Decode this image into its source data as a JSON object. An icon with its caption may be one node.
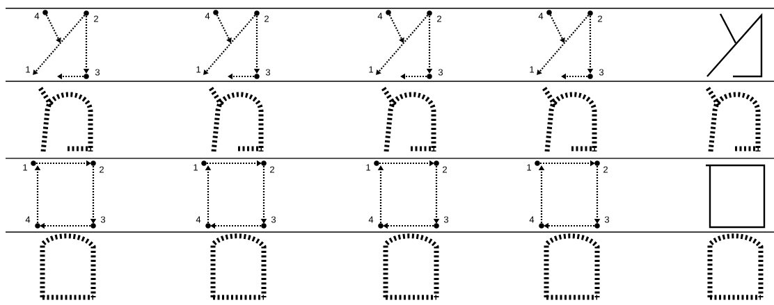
{
  "diagram": {
    "labels": [
      "4",
      "2",
      "1",
      "3",
      "4",
      "2",
      "1",
      "3",
      "4",
      "2",
      "1",
      "3",
      "4",
      "2",
      "1",
      "3",
      "1",
      "2",
      "4",
      "3",
      "1",
      "2",
      "4",
      "3",
      "1",
      "2",
      "4",
      "3",
      "1",
      "2",
      "4",
      "3"
    ]
  }
}
